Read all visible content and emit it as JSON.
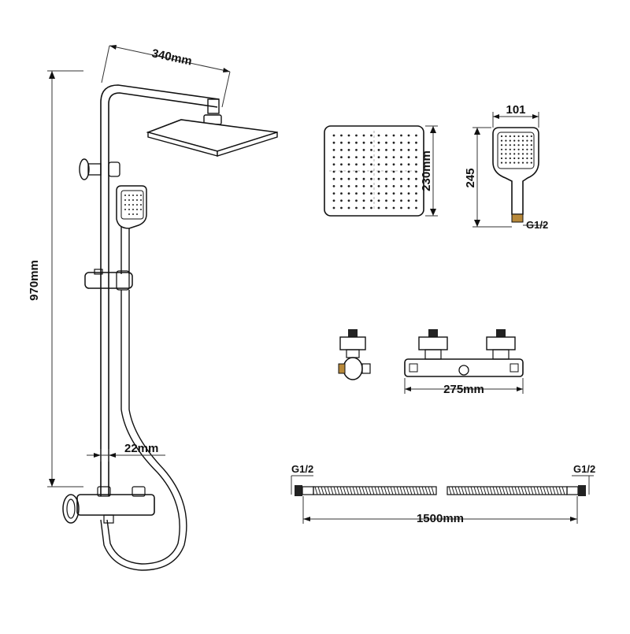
{
  "dimensions": {
    "arm_length": "340mm",
    "column_height": "970mm",
    "pipe_diameter": "22mm",
    "head_size": "230mm",
    "handset_width": "101",
    "handset_height": "245",
    "handset_thread": "G1/2",
    "valve_width": "275mm",
    "hose_length": "1500mm",
    "hose_thread_left": "G1/2",
    "hose_thread_right": "G1/2"
  },
  "colors": {
    "line": "#111111",
    "brass": "#b8893a",
    "background": "#ffffff"
  }
}
